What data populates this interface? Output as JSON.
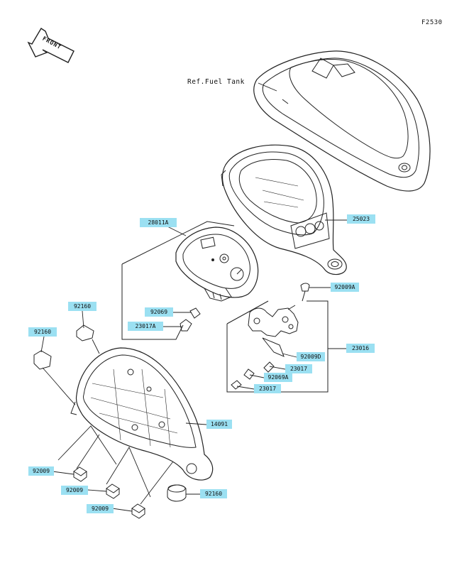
{
  "figure_code": "F2530",
  "front_label": "FRONT",
  "reference_text": "Ref.Fuel Tank",
  "parts": [
    {
      "id": "p-25023",
      "label": "25023"
    },
    {
      "id": "p-28011a",
      "label": "28011A"
    },
    {
      "id": "p-92009a",
      "label": "92009A"
    },
    {
      "id": "p-92069",
      "label": "92069"
    },
    {
      "id": "p-23017a",
      "label": "23017A"
    },
    {
      "id": "p-23016",
      "label": "23016"
    },
    {
      "id": "p-92009d",
      "label": "92009D"
    },
    {
      "id": "p-23017-top",
      "label": "23017"
    },
    {
      "id": "p-92069a",
      "label": "92069A"
    },
    {
      "id": "p-23017-bot",
      "label": "23017"
    },
    {
      "id": "p-92160-top",
      "label": "92160"
    },
    {
      "id": "p-92160-left",
      "label": "92160"
    },
    {
      "id": "p-14091",
      "label": "14091"
    },
    {
      "id": "p-92009-1",
      "label": "92009"
    },
    {
      "id": "p-92009-2",
      "label": "92009"
    },
    {
      "id": "p-92009-3",
      "label": "92009"
    },
    {
      "id": "p-92160-bot",
      "label": "92160"
    }
  ]
}
